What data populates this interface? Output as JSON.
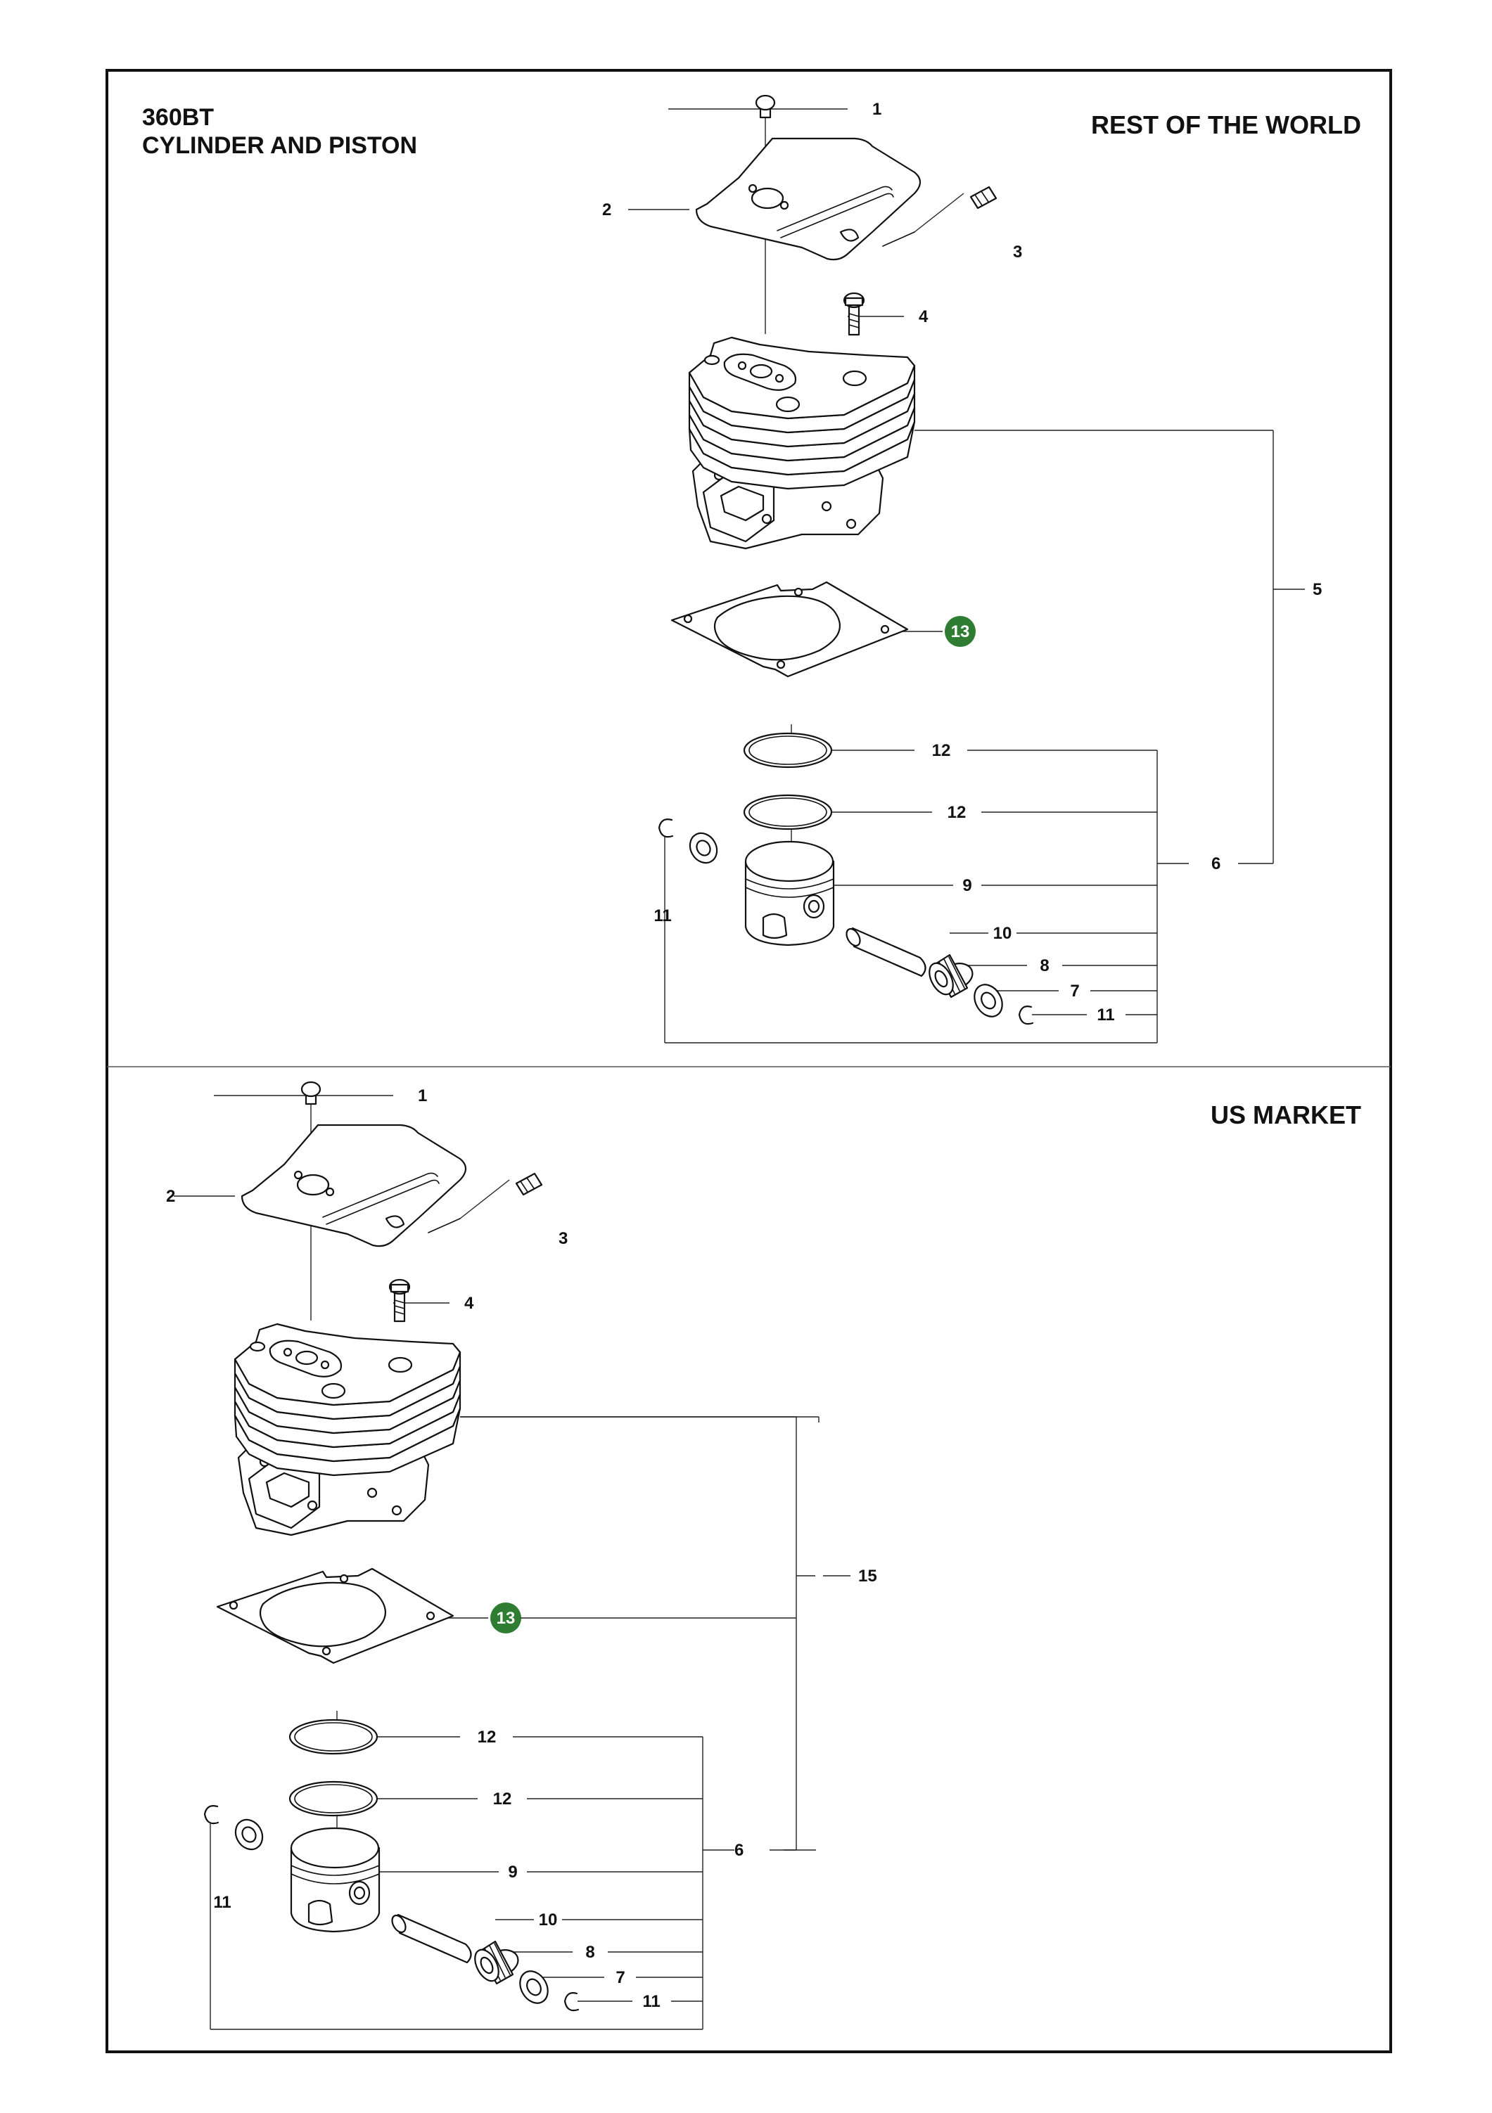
{
  "header": {
    "model": "360BT",
    "subtitle": "CYLINDER AND PISTON"
  },
  "accent_color": "#2e7d32",
  "sections": [
    {
      "title": "REST OF THE WORLD",
      "callouts": {
        "screw_cover": "1",
        "cover_plate": "2",
        "clip": "3",
        "bolt": "4",
        "cylinder_kit": "5",
        "piston_kit": "6",
        "gasket": "13",
        "ring_upper": "12",
        "ring_lower": "12",
        "piston": "9",
        "pin": "10",
        "bearing": "8",
        "washer": "7",
        "circlip_right": "11",
        "circlip_left": "11"
      }
    },
    {
      "title": "US MARKET",
      "callouts": {
        "screw_cover": "1",
        "cover_plate": "2",
        "clip": "3",
        "bolt": "4",
        "cylinder_kit": "15",
        "piston_kit": "6",
        "gasket": "13",
        "ring_upper": "12",
        "ring_lower": "12",
        "piston": "9",
        "pin": "10",
        "bearing": "8",
        "washer": "7",
        "circlip_right": "11",
        "circlip_left": "11"
      }
    }
  ]
}
